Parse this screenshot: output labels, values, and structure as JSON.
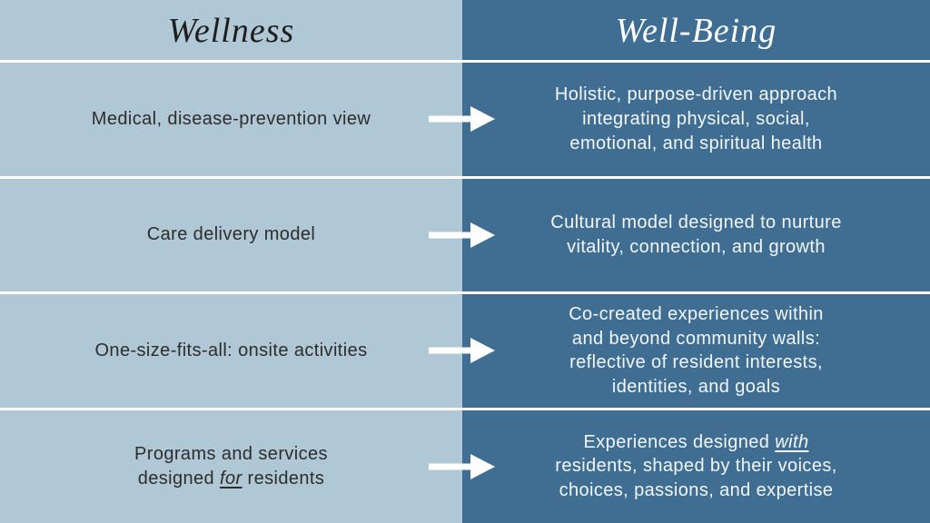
{
  "slide": {
    "columns": {
      "left_title": "Wellness",
      "right_title": "Well-Being"
    },
    "rows": [
      {
        "left_lines": [
          "Medical, disease-prevention view"
        ],
        "right_lines": [
          "Holistic, purpose-driven approach",
          "integrating physical, social,",
          "emotional, and spiritual health"
        ]
      },
      {
        "left_lines": [
          "Care delivery model"
        ],
        "right_lines": [
          "Cultural model designed to nurture",
          "vitality, connection, and growth"
        ]
      },
      {
        "left_lines": [
          "One-size-fits-all: onsite activities"
        ],
        "right_lines": [
          "Co-created experiences within",
          "and beyond community walls:",
          "reflective of resident interests,",
          "identities, and goals"
        ]
      },
      {
        "left_lines": [
          "Programs and services",
          "designed _for_ residents"
        ],
        "right_lines": [
          "Experiences designed _with_",
          "residents, shaped by their voices,",
          "choices, passions, and expertise"
        ]
      }
    ],
    "icons": {
      "row_arrow": "right-arrow-icon"
    },
    "colors": {
      "left_column_bg": "#b0c8d5",
      "right_column_bg": "#406e92",
      "left_title_text": "#1e1e1e",
      "right_title_text": "#ffffff",
      "left_body_text": "#2d2d2d",
      "right_body_text": "#f2f6f8",
      "divider": "#ffffff",
      "arrow": "#ffffff"
    }
  }
}
